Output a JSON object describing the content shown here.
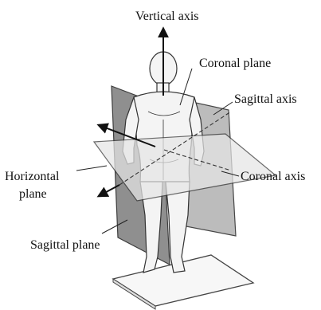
{
  "labels": {
    "vertical_axis": "Vertical axis",
    "coronal_plane": "Coronal plane",
    "sagittal_axis": "Sagittal axis",
    "horizontal_plane_line1": "Horizontal",
    "horizontal_plane_line2": "plane",
    "coronal_axis": "Coronal axis",
    "sagittal_plane": "Sagittal plane"
  },
  "colors": {
    "sagittal_plane": "#8a8a8a",
    "coronal_plane": "#b5b5b5",
    "horizontal_plane": "#e6e6e6",
    "axis_line": "#111111",
    "figure_outline": "#333333"
  }
}
